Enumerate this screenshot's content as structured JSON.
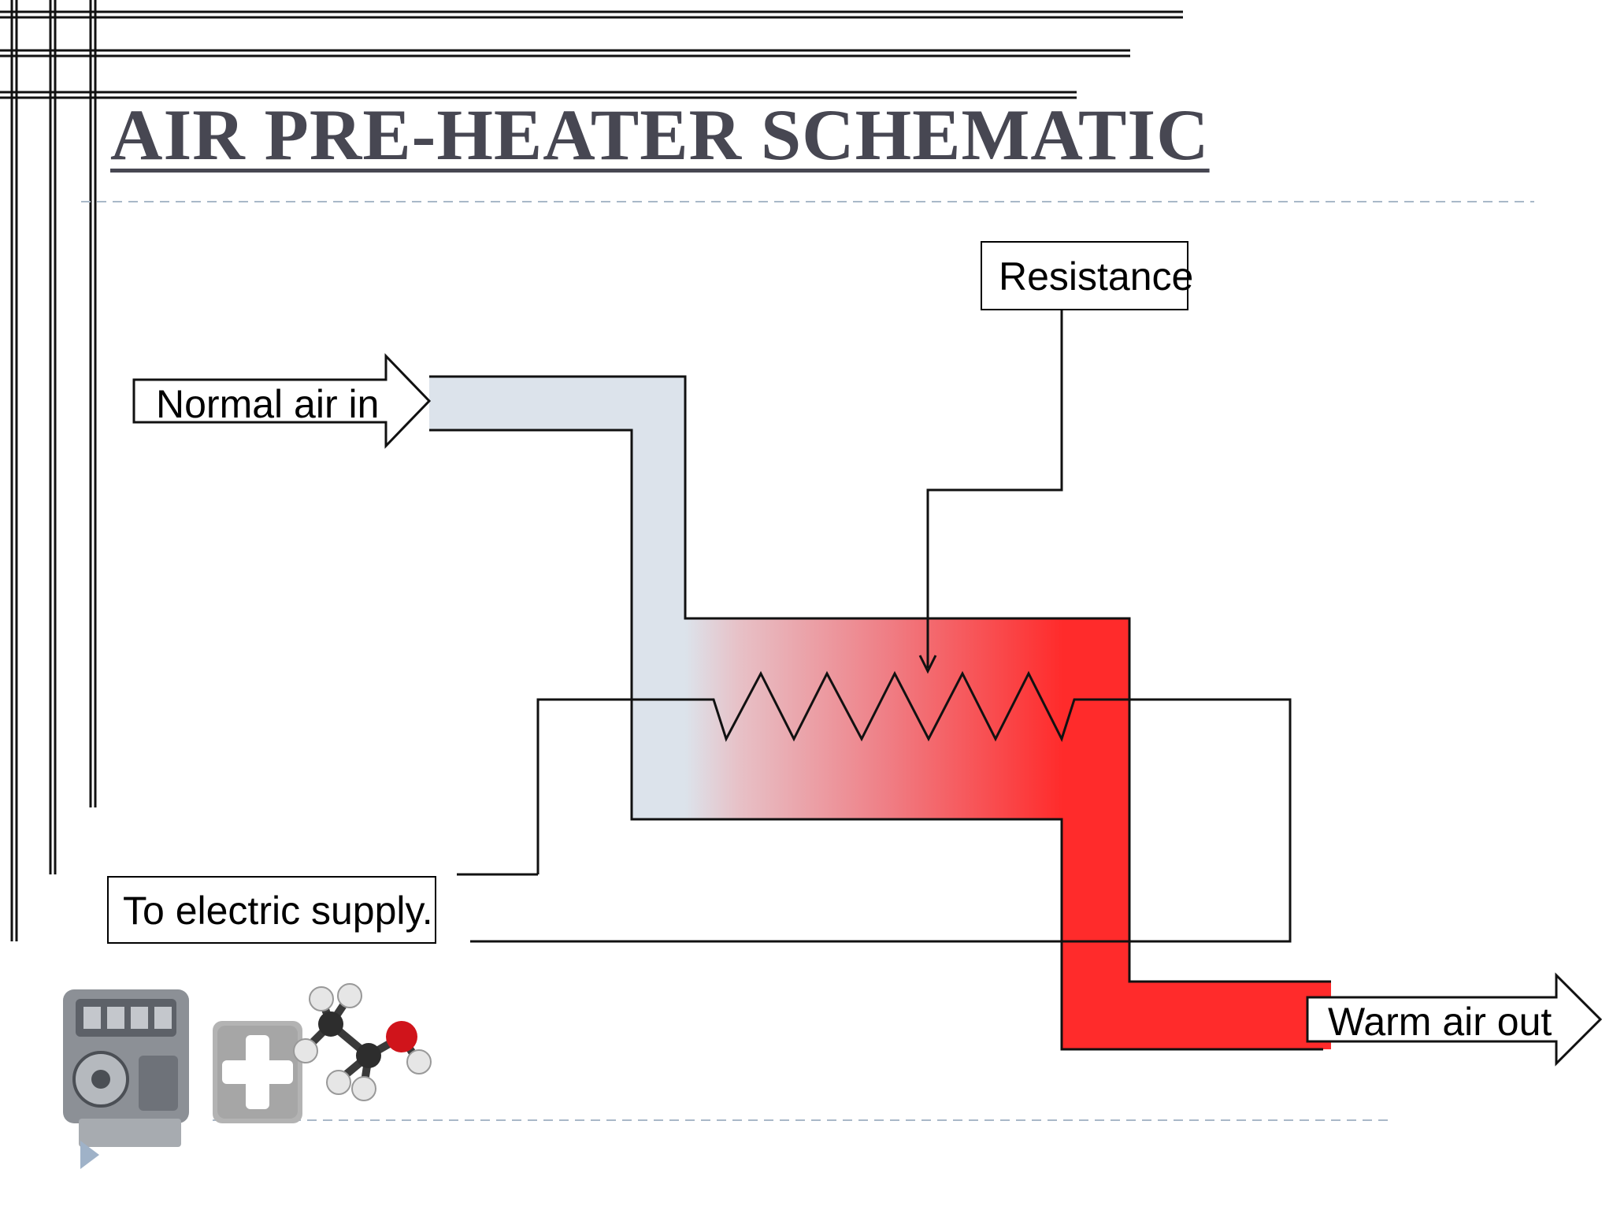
{
  "slide": {
    "title": "AIR PRE-HEATER SCHEMATIC"
  },
  "diagram": {
    "inlet_label": "Normal air in",
    "resistance_label": "Resistance",
    "supply_label": "To electric supply.",
    "outlet_label": "Warm air out"
  },
  "icons": [
    "engine-icon",
    "plus-icon",
    "molecule-icon",
    "play-icon"
  ],
  "colors": {
    "title": "#474752",
    "cool_air": "#dce3eb",
    "hot_air": "#ff2b2b",
    "dashed_rule": "#a9b8c8",
    "play_marker": "#9fb2c8"
  }
}
